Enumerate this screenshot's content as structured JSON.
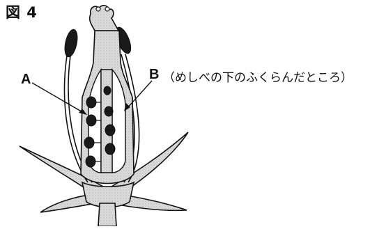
{
  "figure": {
    "title": "図 4",
    "labels": {
      "a": "A",
      "b": "B",
      "b_note": "（めしべの下のふくらんだところ）"
    }
  }
}
